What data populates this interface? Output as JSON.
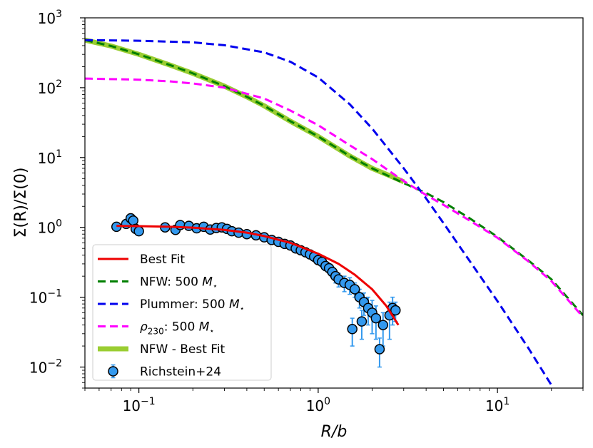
{
  "chart_data": {
    "type": "line",
    "xlabel": "R/b",
    "ylabel": "Σ(R)/Σ(0)",
    "xscale": "log",
    "yscale": "log",
    "xlim": [
      0.05,
      30
    ],
    "ylim": [
      0.005,
      1000
    ],
    "grid": false,
    "legend_position": "lower-left",
    "x_ticks": [
      {
        "value": 0.1,
        "label": "10^-1",
        "base": "10",
        "exp": "−1"
      },
      {
        "value": 1,
        "label": "10^0",
        "base": "10",
        "exp": "0"
      },
      {
        "value": 10,
        "label": "10^1",
        "base": "10",
        "exp": "1"
      }
    ],
    "y_ticks": [
      {
        "value": 0.01,
        "label": "10^-2",
        "base": "10",
        "exp": "−2"
      },
      {
        "value": 0.1,
        "label": "10^-1",
        "base": "10",
        "exp": "−1"
      },
      {
        "value": 1,
        "label": "10^0",
        "base": "10",
        "exp": "0"
      },
      {
        "value": 10,
        "label": "10^1",
        "base": "10",
        "exp": "1"
      },
      {
        "value": 100,
        "label": "10^2",
        "base": "10",
        "exp": "2"
      },
      {
        "value": 1000,
        "label": "10^3",
        "base": "10",
        "exp": "3"
      }
    ],
    "series": [
      {
        "name": "NFW - Best Fit",
        "style": "solid",
        "color": "#9acd32",
        "width": 7,
        "x": [
          0.05,
          0.07,
          0.1,
          0.15,
          0.2,
          0.3,
          0.4,
          0.5,
          0.7,
          1.0,
          1.5,
          2.0,
          2.5,
          3.0
        ],
        "y": [
          480,
          395,
          300,
          210,
          160,
          105,
          74,
          55,
          33,
          20,
          10.5,
          7.0,
          5.5,
          4.5
        ]
      },
      {
        "name": "NFW: 500 M⋆",
        "style": "dashed",
        "color": "#007f00",
        "width": 3,
        "x": [
          0.05,
          0.07,
          0.1,
          0.15,
          0.2,
          0.3,
          0.4,
          0.5,
          0.7,
          1.0,
          1.5,
          2.0,
          3.0,
          4.0,
          5.0,
          7.0,
          10.0,
          15.0,
          20.0,
          30.0
        ],
        "y": [
          480,
          395,
          300,
          210,
          160,
          105,
          74,
          55,
          33,
          20,
          10.5,
          7.0,
          4.3,
          3.1,
          2.3,
          1.35,
          0.73,
          0.33,
          0.18,
          0.055
        ]
      },
      {
        "name": "Plummer: 500 M⋆",
        "style": "dashed",
        "color": "#0000ee",
        "width": 3,
        "x": [
          0.05,
          0.1,
          0.2,
          0.3,
          0.5,
          0.7,
          1.0,
          1.5,
          2.0,
          3.0,
          4.0,
          5.0,
          7.0,
          10.0,
          15.0,
          20.0
        ],
        "y": [
          480,
          470,
          445,
          405,
          320,
          235,
          140,
          58,
          26,
          7.0,
          2.6,
          1.15,
          0.33,
          0.088,
          0.018,
          0.0055
        ]
      },
      {
        "name": "ρ230: 500 M⋆",
        "style": "dashed",
        "color": "#ff00ff",
        "width": 3,
        "x": [
          0.05,
          0.1,
          0.15,
          0.2,
          0.3,
          0.5,
          0.7,
          1.0,
          1.5,
          2.0,
          3.0,
          4.0,
          5.0,
          7.0,
          10.0,
          15.0,
          20.0,
          30.0
        ],
        "y": [
          135,
          130,
          123,
          115,
          100,
          70,
          47,
          29,
          15,
          9.5,
          4.6,
          2.9,
          2.1,
          1.25,
          0.71,
          0.32,
          0.17,
          0.052
        ]
      },
      {
        "name": "Best Fit",
        "style": "solid",
        "color": "#ee0000",
        "width": 3,
        "x": [
          0.075,
          0.1,
          0.15,
          0.2,
          0.3,
          0.4,
          0.5,
          0.7,
          1.0,
          1.3,
          1.6,
          2.0,
          2.4,
          2.8
        ],
        "y": [
          1.05,
          1.04,
          1.02,
          0.99,
          0.92,
          0.84,
          0.75,
          0.6,
          0.42,
          0.3,
          0.21,
          0.13,
          0.075,
          0.04
        ]
      }
    ],
    "scatter": {
      "name": "Richstein+24",
      "color": "#3399ee",
      "edge": "#000000",
      "points": [
        {
          "x": 0.075,
          "y": 1.02,
          "err": 0.06
        },
        {
          "x": 0.085,
          "y": 1.12,
          "err": 0.08
        },
        {
          "x": 0.09,
          "y": 1.35,
          "err": 0.1
        },
        {
          "x": 0.093,
          "y": 1.25,
          "err": 0.1
        },
        {
          "x": 0.096,
          "y": 0.95,
          "err": 0.07
        },
        {
          "x": 0.1,
          "y": 0.88,
          "err": 0.06
        },
        {
          "x": 0.14,
          "y": 1.0,
          "err": 0.05
        },
        {
          "x": 0.16,
          "y": 0.92,
          "err": 0.06
        },
        {
          "x": 0.17,
          "y": 1.08,
          "err": 0.07
        },
        {
          "x": 0.19,
          "y": 1.05,
          "err": 0.08
        },
        {
          "x": 0.21,
          "y": 0.97,
          "err": 0.05
        },
        {
          "x": 0.23,
          "y": 1.02,
          "err": 0.06
        },
        {
          "x": 0.25,
          "y": 0.93,
          "err": 0.05
        },
        {
          "x": 0.27,
          "y": 0.98,
          "err": 0.06
        },
        {
          "x": 0.29,
          "y": 1.0,
          "err": 0.05
        },
        {
          "x": 0.31,
          "y": 0.95,
          "err": 0.05
        },
        {
          "x": 0.33,
          "y": 0.88,
          "err": 0.05
        },
        {
          "x": 0.36,
          "y": 0.84,
          "err": 0.05
        },
        {
          "x": 0.4,
          "y": 0.8,
          "err": 0.05
        },
        {
          "x": 0.45,
          "y": 0.77,
          "err": 0.05
        },
        {
          "x": 0.5,
          "y": 0.72,
          "err": 0.05
        },
        {
          "x": 0.55,
          "y": 0.66,
          "err": 0.05
        },
        {
          "x": 0.6,
          "y": 0.62,
          "err": 0.05
        },
        {
          "x": 0.65,
          "y": 0.58,
          "err": 0.05
        },
        {
          "x": 0.7,
          "y": 0.55,
          "err": 0.05
        },
        {
          "x": 0.75,
          "y": 0.5,
          "err": 0.04
        },
        {
          "x": 0.8,
          "y": 0.47,
          "err": 0.04
        },
        {
          "x": 0.85,
          "y": 0.44,
          "err": 0.04
        },
        {
          "x": 0.9,
          "y": 0.41,
          "err": 0.04
        },
        {
          "x": 0.95,
          "y": 0.38,
          "err": 0.04
        },
        {
          "x": 1.0,
          "y": 0.34,
          "err": 0.04
        },
        {
          "x": 1.05,
          "y": 0.32,
          "err": 0.04
        },
        {
          "x": 1.1,
          "y": 0.28,
          "err": 0.04
        },
        {
          "x": 1.15,
          "y": 0.26,
          "err": 0.04
        },
        {
          "x": 1.2,
          "y": 0.23,
          "err": 0.04
        },
        {
          "x": 1.25,
          "y": 0.2,
          "err": 0.04
        },
        {
          "x": 1.3,
          "y": 0.18,
          "err": 0.04
        },
        {
          "x": 1.4,
          "y": 0.16,
          "err": 0.04
        },
        {
          "x": 1.5,
          "y": 0.15,
          "err": 0.04
        },
        {
          "x": 1.6,
          "y": 0.13,
          "err": 0.03
        },
        {
          "x": 1.7,
          "y": 0.1,
          "err": 0.03
        },
        {
          "x": 1.8,
          "y": 0.085,
          "err": 0.03
        },
        {
          "x": 1.9,
          "y": 0.07,
          "err": 0.03
        },
        {
          "x": 2.0,
          "y": 0.06,
          "err": 0.03
        },
        {
          "x": 1.55,
          "y": 0.035,
          "err": 0.015
        },
        {
          "x": 1.75,
          "y": 0.045,
          "err": 0.02
        },
        {
          "x": 2.1,
          "y": 0.05,
          "err": 0.025
        },
        {
          "x": 2.2,
          "y": 0.018,
          "err": 0.008
        },
        {
          "x": 2.3,
          "y": 0.04,
          "err": 0.02
        },
        {
          "x": 2.5,
          "y": 0.055,
          "err": 0.03
        },
        {
          "x": 2.6,
          "y": 0.07,
          "err": 0.03
        },
        {
          "x": 2.7,
          "y": 0.065,
          "err": 0.02
        }
      ]
    },
    "legend": [
      {
        "label": "Best Fit",
        "color": "#ee0000",
        "style": "solid"
      },
      {
        "label": "NFW: 500 M⋆",
        "color": "#007f00",
        "style": "dashed"
      },
      {
        "label": "Plummer: 500 M⋆",
        "color": "#0000ee",
        "style": "dashed"
      },
      {
        "label": "ρ230: 500 M⋆",
        "color": "#ff00ff",
        "style": "dashed"
      },
      {
        "label": "NFW - Best Fit",
        "color": "#9acd32",
        "style": "thick"
      },
      {
        "label": "Richstein+24",
        "color": "#3399ee",
        "style": "marker"
      }
    ]
  }
}
